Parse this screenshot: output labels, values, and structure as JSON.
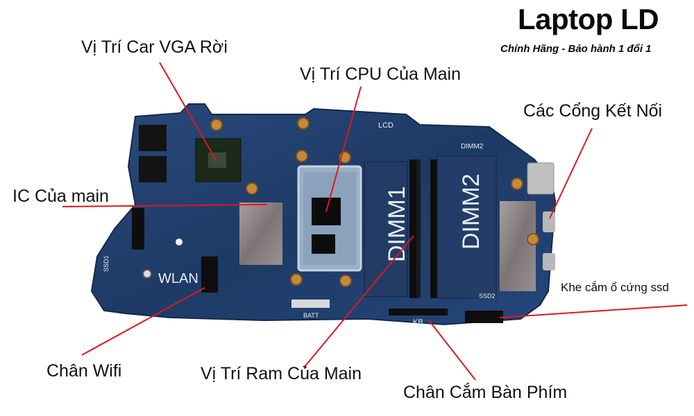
{
  "brand": {
    "name": "Laptop LD",
    "tagline": "Chính Hãng - Bảo hành 1 đổi 1"
  },
  "labels": {
    "vga": "Vị Trí Car VGA Rời",
    "cpu": "Vị Trí CPU Của Main",
    "ports": "Các Cổng Kết Nối",
    "ic": "IC Của main",
    "ssd": "Khe cắm ổ cứng ssd",
    "wifi": "Chân Wifi",
    "ram": "Vị Trí Ram Của Main",
    "keyboard": "Chân Cắm Bàn Phím"
  },
  "board_marks": {
    "dimm1": "DIMM1",
    "dimm2": "DIMM2",
    "wlan": "WLAN",
    "lcd": "LCD",
    "kb": "KB",
    "batt": "BATT",
    "ssd2": "SSD2",
    "ssd1": "SSD1",
    "dimm2_small": "DIMM2"
  },
  "colors": {
    "board": "#1f3a66",
    "leader": "#e0161e",
    "chip": "#1a1a1a"
  }
}
